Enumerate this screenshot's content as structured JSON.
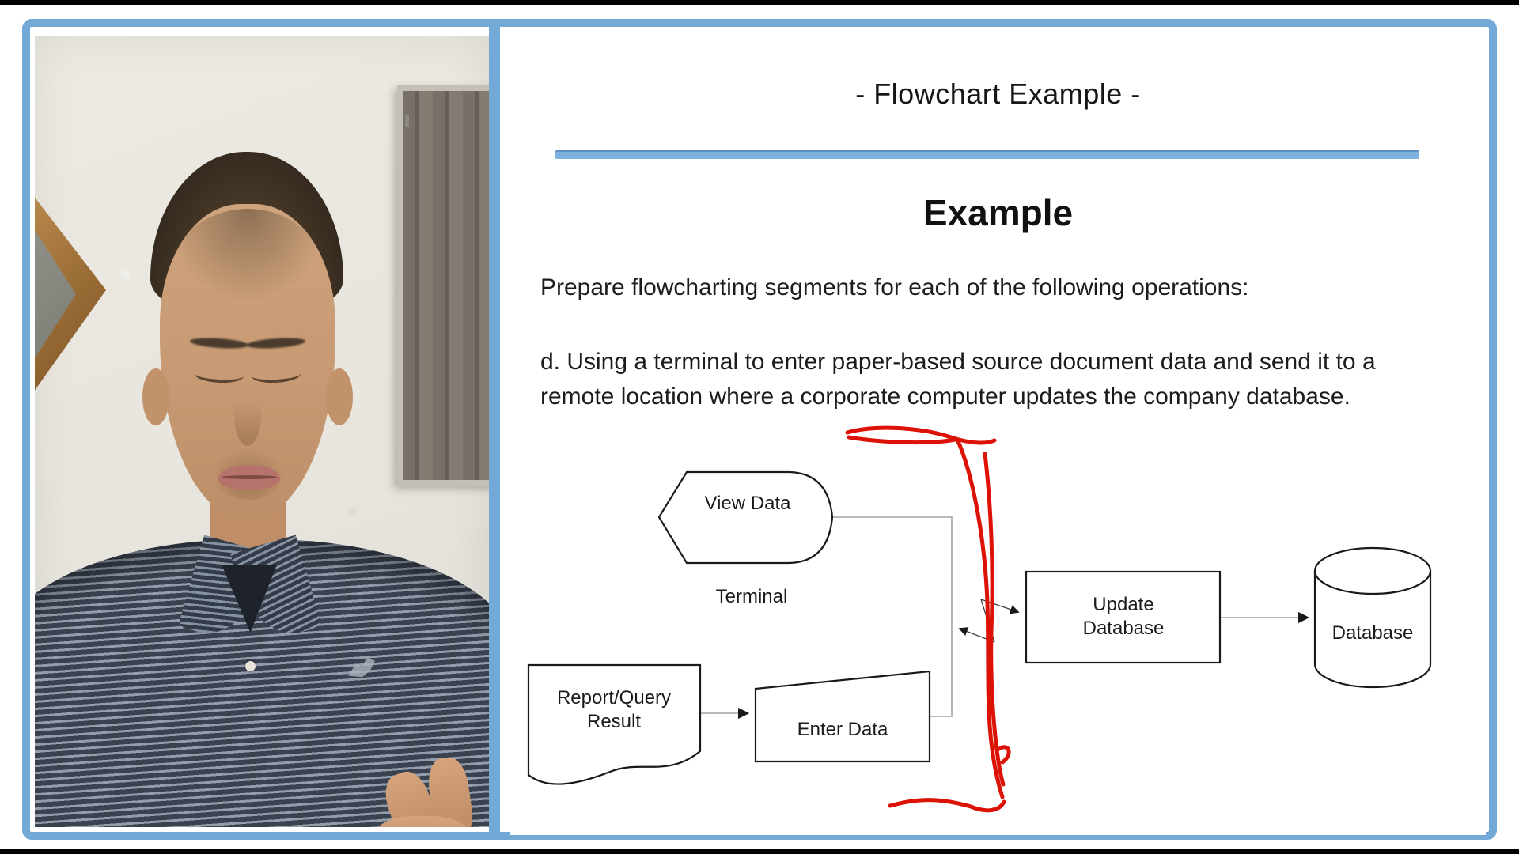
{
  "slide": {
    "title": "- Flowchart Example -",
    "heading": "Example",
    "intro": "Prepare flowcharting segments for each of the following operations:",
    "item_d": "d. Using a terminal to enter paper-based source document data and send it to a remote location where a corporate computer updates the company database.",
    "accent_color": "#72a9d7",
    "annotation_color": "#dd1206"
  },
  "flowchart": {
    "view_data": "View Data",
    "terminal": "Terminal",
    "report_query": "Report/Query Result",
    "enter_data": "Enter Data",
    "update_database": "Update Database",
    "database": "Database"
  }
}
